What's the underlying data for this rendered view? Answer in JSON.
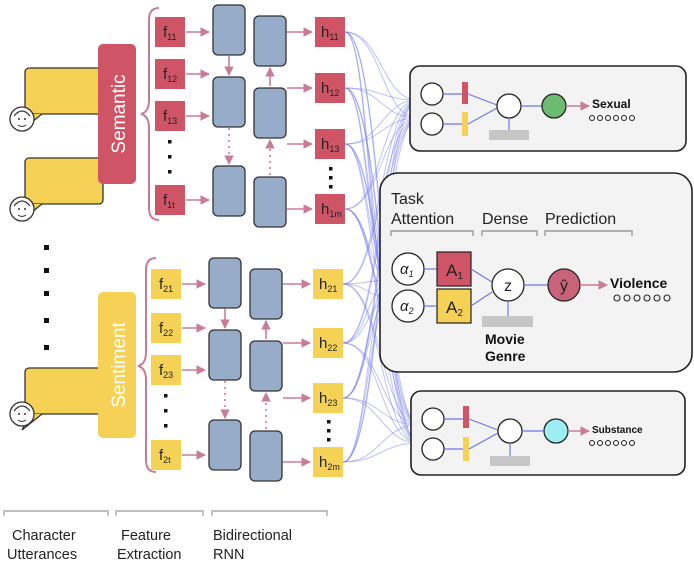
{
  "colors": {
    "red": "#cf5466",
    "yellow": "#f5d255",
    "rnn_blue": "#97acc8",
    "arrow_pink": "#c87c97",
    "fan_blue": "#6f76e8",
    "panel_bg": "#f3f3f3",
    "green": "#6dbb71",
    "cyan": "#9deef2",
    "y_hat_fill": "#c8647a"
  },
  "icons": [
    "speech-bubble-icon",
    "person-face-icon",
    "brace-icon"
  ],
  "groups": {
    "semantic": "Semantic",
    "sentiment": "Sentiment"
  },
  "features": {
    "semantic": [
      {
        "base": "f",
        "sub": "11"
      },
      {
        "base": "f",
        "sub": "12"
      },
      {
        "base": "f",
        "sub": "13"
      },
      {
        "base": "f",
        "sub": "1t"
      }
    ],
    "sentiment": [
      {
        "base": "f",
        "sub": "21"
      },
      {
        "base": "f",
        "sub": "22"
      },
      {
        "base": "f",
        "sub": "23"
      },
      {
        "base": "f",
        "sub": "2t"
      }
    ]
  },
  "hidden": {
    "semantic": [
      {
        "base": "h",
        "sub": "11"
      },
      {
        "base": "h",
        "sub": "12"
      },
      {
        "base": "h",
        "sub": "13"
      },
      {
        "base": "h",
        "sub": "1m"
      }
    ],
    "sentiment": [
      {
        "base": "h",
        "sub": "21"
      },
      {
        "base": "h",
        "sub": "22"
      },
      {
        "base": "h",
        "sub": "23"
      },
      {
        "base": "h",
        "sub": "2m"
      }
    ]
  },
  "outputs": {
    "top": "Sexual",
    "middle": "Violence",
    "bottom": "Substance"
  },
  "detail": {
    "task_attention": [
      "Task",
      "Attention"
    ],
    "dense": "Dense",
    "prediction": "Prediction",
    "alpha1": {
      "base": "α",
      "sub": "1"
    },
    "alpha2": {
      "base": "α",
      "sub": "2"
    },
    "a1": {
      "base": "A",
      "sub": "1"
    },
    "a2": {
      "base": "A",
      "sub": "2"
    },
    "z": "z",
    "y_hat": "ŷ",
    "movie_genre": [
      "Movie",
      "Genre"
    ]
  },
  "footer": {
    "col1": [
      "Character",
      "Utterances"
    ],
    "col2": [
      "Feature",
      "Extraction"
    ],
    "col3": [
      "Bidirectional",
      "RNN"
    ]
  }
}
